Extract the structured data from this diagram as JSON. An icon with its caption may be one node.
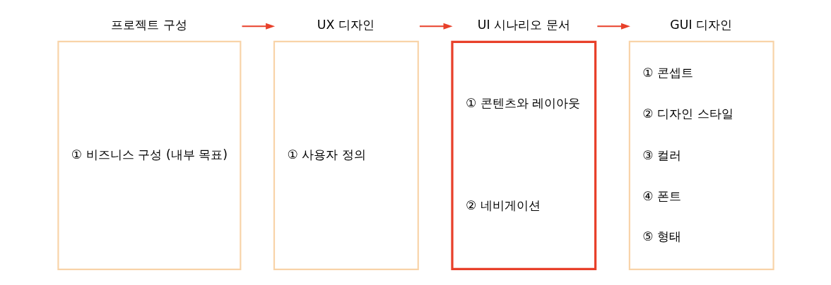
{
  "diagram": {
    "nodes": [
      {
        "text": [
          "프로젝트 구성",
          "① 비즈니스 구성 (내부 목표)"
        ]
      },
      {
        "text": [
          "UX 디자인",
          "① 사용자 정의"
        ]
      },
      {
        "text": [
          "UI 시나리오 문서",
          "① 콘텐츠와 레이아웃",
          "② 네비게이션"
        ]
      },
      {
        "text": [
          "GUI 디자인",
          "① 콘셉트",
          "② 디자인 스타일",
          "③ 컬러",
          "④ 폰트",
          "⑤ 형태"
        ]
      }
    ],
    "edges": [
      {
        "from": 0,
        "to": 1,
        "arrow": "to"
      },
      {
        "from": 1,
        "to": 2,
        "arrow": "to"
      },
      {
        "from": 2,
        "to": 3,
        "arrow": "to"
      }
    ]
  }
}
